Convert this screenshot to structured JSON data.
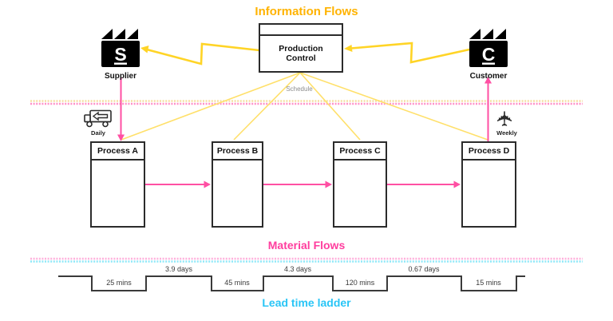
{
  "titles": {
    "information_flows": "Information Flows",
    "material_flows": "Material Flows",
    "lead_time_ladder": "Lead time ladder"
  },
  "colors": {
    "information_title": "#FFB300",
    "information_line": "#FFD426",
    "material_accent": "#FF4FA3",
    "material_title": "#FF3D9E",
    "lead_time_accent": "#29C5F6",
    "node_fill": "#000000",
    "ladder_line": "#3a3a3a"
  },
  "nodes": {
    "supplier": {
      "letter": "S",
      "label": "Supplier"
    },
    "customer": {
      "letter": "C",
      "label": "Customer"
    },
    "production_control": {
      "label": "Production Control"
    },
    "processes": [
      {
        "label": "Process A"
      },
      {
        "label": "Process B"
      },
      {
        "label": "Process C"
      },
      {
        "label": "Process D"
      }
    ]
  },
  "annotations": {
    "schedule": "Schedule",
    "daily": "Daily",
    "weekly": "Weekly"
  },
  "ladder": {
    "values": [
      {
        "label": "25 mins",
        "level": "process"
      },
      {
        "label": "3.9 days",
        "level": "wait"
      },
      {
        "label": "45 mins",
        "level": "process"
      },
      {
        "label": "4.3 days",
        "level": "wait"
      },
      {
        "label": "120 mins",
        "level": "process"
      },
      {
        "label": "0.67 days",
        "level": "wait"
      },
      {
        "label": "15 mins",
        "level": "process"
      }
    ]
  }
}
